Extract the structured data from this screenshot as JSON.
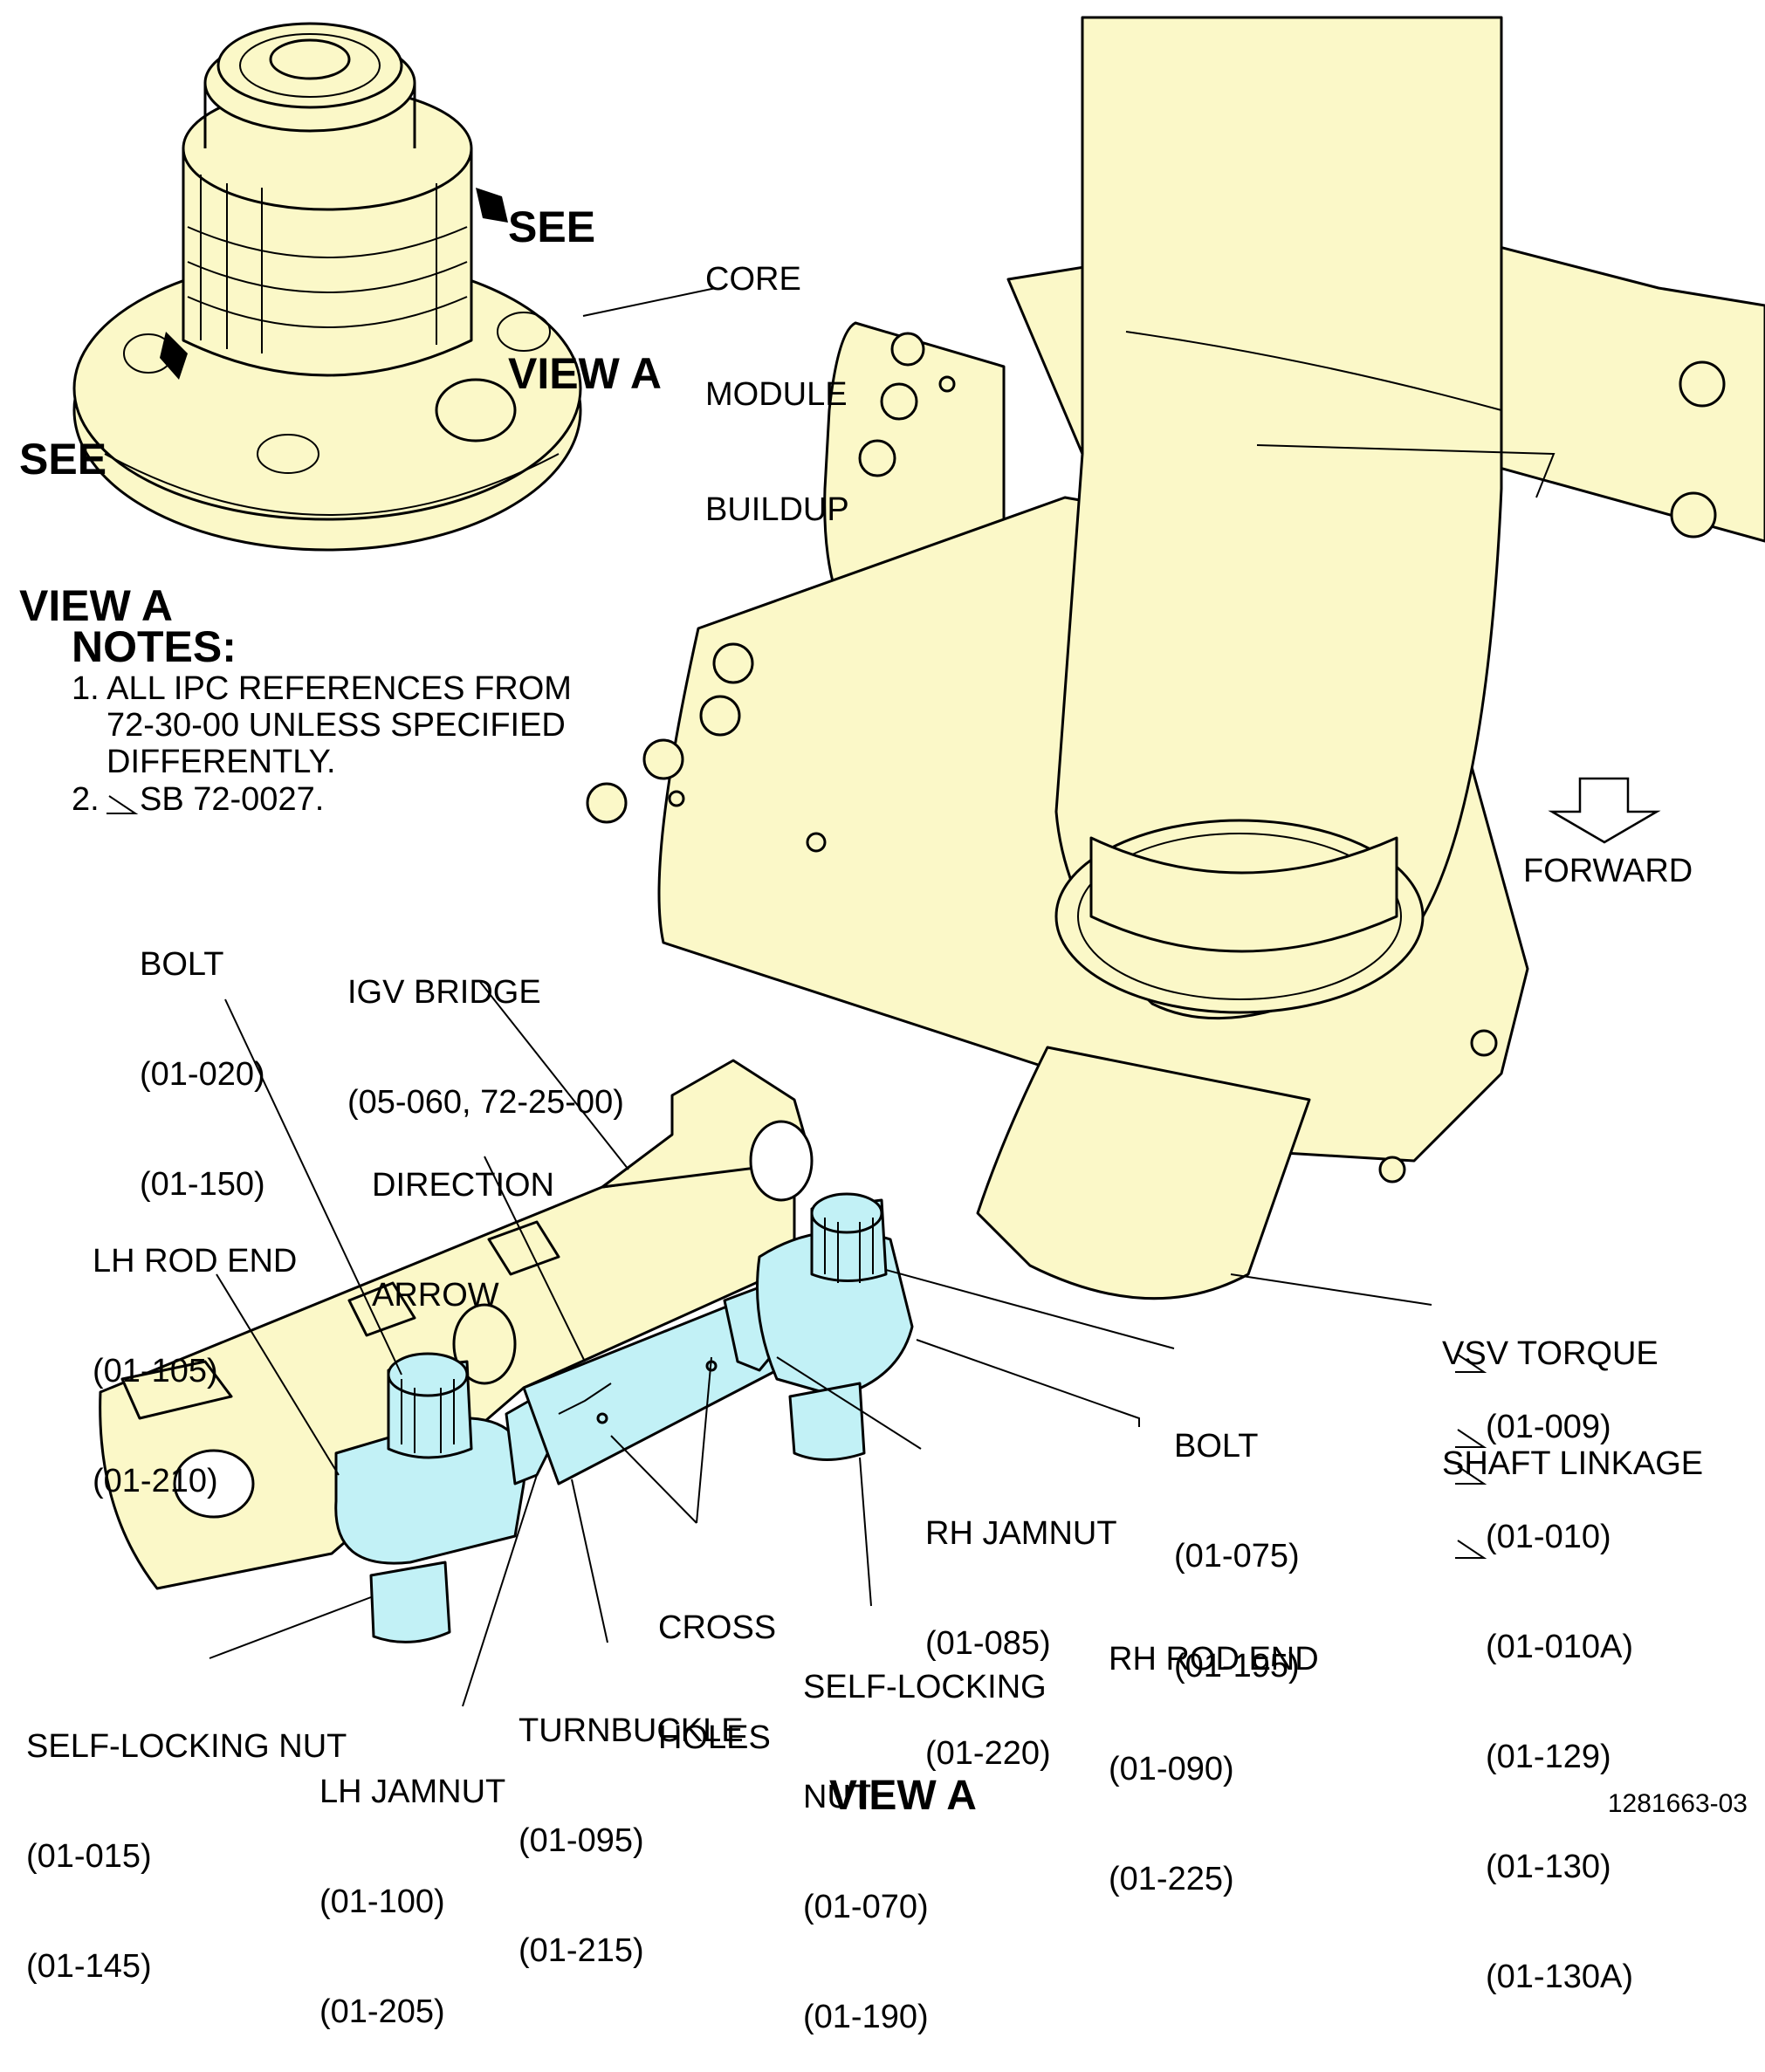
{
  "see_view_upper": [
    "SEE",
    "VIEW A"
  ],
  "see_view_left": [
    "SEE",
    "VIEW A"
  ],
  "core_module": [
    "CORE",
    "MODULE",
    "BUILDUP"
  ],
  "notes": {
    "title": "NOTES:",
    "items": [
      "1. ALL IPC REFERENCES FROM",
      "72-30-00 UNLESS SPECIFIED",
      "DIFFERENTLY.",
      "2.",
      "SB 72-0027."
    ]
  },
  "forward": "FORWARD",
  "labels": {
    "bolt_upper": [
      "BOLT",
      "(01-020)",
      "(01-150)"
    ],
    "igv_bridge": [
      "IGV BRIDGE",
      "(05-060, 72-25-00)"
    ],
    "direction_arrow": [
      "DIRECTION",
      "ARROW"
    ],
    "lh_rod_end": [
      "LH ROD END",
      "(01-105)",
      "(01-210)"
    ],
    "vsv_torque": [
      "VSV TORQUE",
      "SHAFT LINKAGE"
    ],
    "vsv_refs": [
      "(01-009)",
      "(01-010)",
      "(01-010A)",
      "(01-129)",
      "(01-130)",
      "(01-130A)"
    ],
    "bolt_rh": [
      "BOLT",
      "(01-075)",
      "(01-195)"
    ],
    "rh_jamnut": [
      "RH JAMNUT",
      "(01-085)",
      "(01-220)"
    ],
    "rh_rod_end": [
      "RH ROD END",
      "(01-090)",
      "(01-225)"
    ],
    "cross_holes": [
      "CROSS",
      "HOLES"
    ],
    "self_locking_nut_rh": [
      "SELF-LOCKING",
      "NUT",
      "(01-070)",
      "(01-190)"
    ],
    "turnbuckle": [
      "TURNBUCKLE",
      "(01-095)",
      "(01-215)"
    ],
    "self_locking_nut_lh": [
      "SELF-LOCKING NUT",
      "(01-015)",
      "(01-145)"
    ],
    "lh_jamnut": [
      "LH JAMNUT",
      "(01-100)",
      "(01-205)"
    ]
  },
  "view_title": "VIEW A",
  "figure_number": "1281663-03",
  "colors": {
    "part_fill": "#fbf8c8",
    "highlight": "#c2f1f6",
    "line": "#000000"
  }
}
